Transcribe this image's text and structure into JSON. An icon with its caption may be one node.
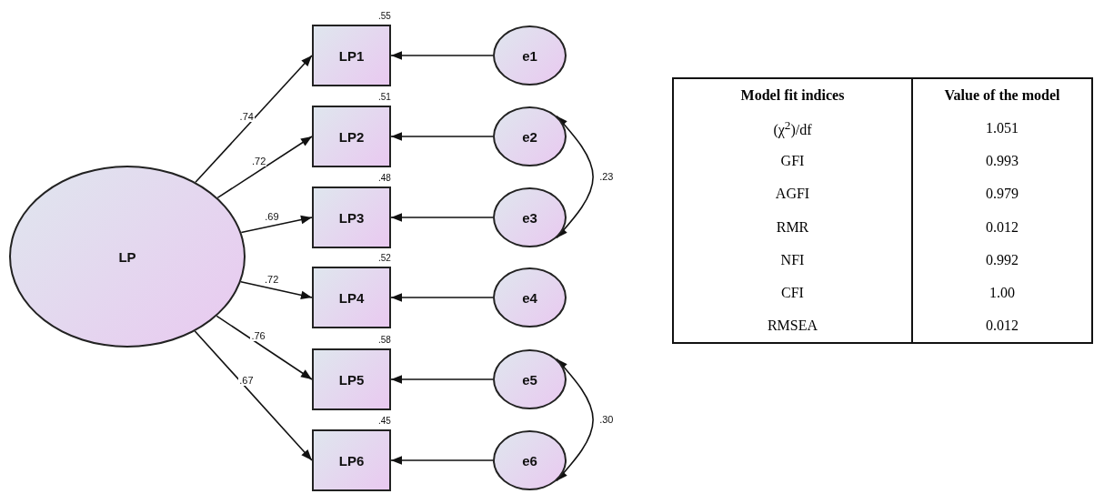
{
  "diagram": {
    "nodes": [
      {
        "text": [
          "LP"
        ]
      },
      {
        "text": [
          "LP1"
        ],
        "beside": [
          ".55"
        ]
      },
      {
        "text": [
          "LP2"
        ],
        "beside": [
          ".51"
        ]
      },
      {
        "text": [
          "LP3"
        ],
        "beside": [
          ".48"
        ]
      },
      {
        "text": [
          "LP4"
        ],
        "beside": [
          ".52"
        ]
      },
      {
        "text": [
          "LP5"
        ],
        "beside": [
          ".58"
        ]
      },
      {
        "text": [
          "LP6"
        ],
        "beside": [
          ".45"
        ]
      },
      {
        "text": [
          "e1"
        ]
      },
      {
        "text": [
          "e2"
        ]
      },
      {
        "text": [
          "e3"
        ]
      },
      {
        "text": [
          "e4"
        ]
      },
      {
        "text": [
          "e5"
        ]
      },
      {
        "text": [
          "e6"
        ]
      }
    ],
    "edges": [
      {
        "from": 0,
        "to": 1,
        "arrow": "to",
        "label": ".74"
      },
      {
        "from": 0,
        "to": 2,
        "arrow": "to",
        "label": ".72"
      },
      {
        "from": 0,
        "to": 3,
        "arrow": "to",
        "label": ".69"
      },
      {
        "from": 0,
        "to": 4,
        "arrow": "to",
        "label": ".72"
      },
      {
        "from": 0,
        "to": 5,
        "arrow": "to",
        "label": ".76"
      },
      {
        "from": 0,
        "to": 6,
        "arrow": "to",
        "label": ".67"
      },
      {
        "from": 7,
        "to": 1,
        "arrow": "to"
      },
      {
        "from": 8,
        "to": 2,
        "arrow": "to"
      },
      {
        "from": 9,
        "to": 3,
        "arrow": "to"
      },
      {
        "from": 10,
        "to": 4,
        "arrow": "to"
      },
      {
        "from": 11,
        "to": 5,
        "arrow": "to"
      },
      {
        "from": 12,
        "to": 6,
        "arrow": "to"
      },
      {
        "from": 8,
        "to": 9,
        "arrow": "both",
        "label": ".23"
      },
      {
        "from": 11,
        "to": 12,
        "arrow": "both",
        "label": ".30"
      }
    ],
    "labels": [
      "Model fit indices",
      "Value of the model",
      "(χ$^{2}$)/df",
      "1.051",
      "GFI",
      "0.993",
      "AGFI",
      "0.979",
      "RMR",
      "0.012",
      "NFI",
      "0.992",
      "CFI",
      "1.00",
      "RMSEA",
      "0.012"
    ]
  }
}
